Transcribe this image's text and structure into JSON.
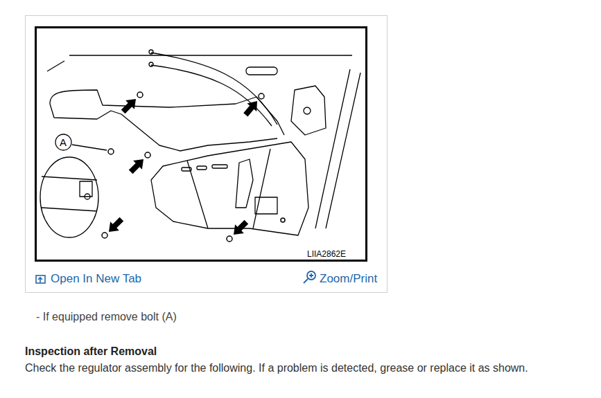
{
  "diagram": {
    "nodes": [
      {
        "text": [
          "A"
        ]
      }
    ],
    "labels": [
      "LIIA2862E",
      "Open In New Tab",
      "Zoom/Print",
      "- If equipped remove bolt (A)",
      "Inspection after Removal",
      "Check the regulator assembly for the following. If a problem is detected, grease or replace it as shown."
    ]
  }
}
